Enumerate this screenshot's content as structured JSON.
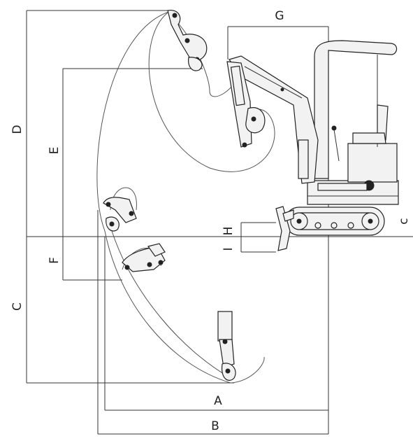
{
  "labels": {
    "A": "A",
    "B": "B",
    "C": "C",
    "D": "D",
    "E": "E",
    "F": "F",
    "G": "G",
    "H": "H",
    "I": "I",
    "c_small": "c"
  }
}
